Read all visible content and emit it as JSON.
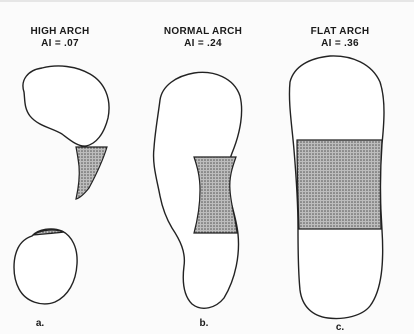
{
  "panels": [
    {
      "title": "HIGH ARCH",
      "index": "AI = .07",
      "label": "a."
    },
    {
      "title": "NORMAL ARCH",
      "index": "AI = .24",
      "label": "b."
    },
    {
      "title": "FLAT ARCH",
      "index": "AI = .36",
      "label": "c."
    }
  ],
  "colors": {
    "outline": "#222222",
    "shading": "#8a8a8a",
    "background": "#fbfbfb"
  }
}
